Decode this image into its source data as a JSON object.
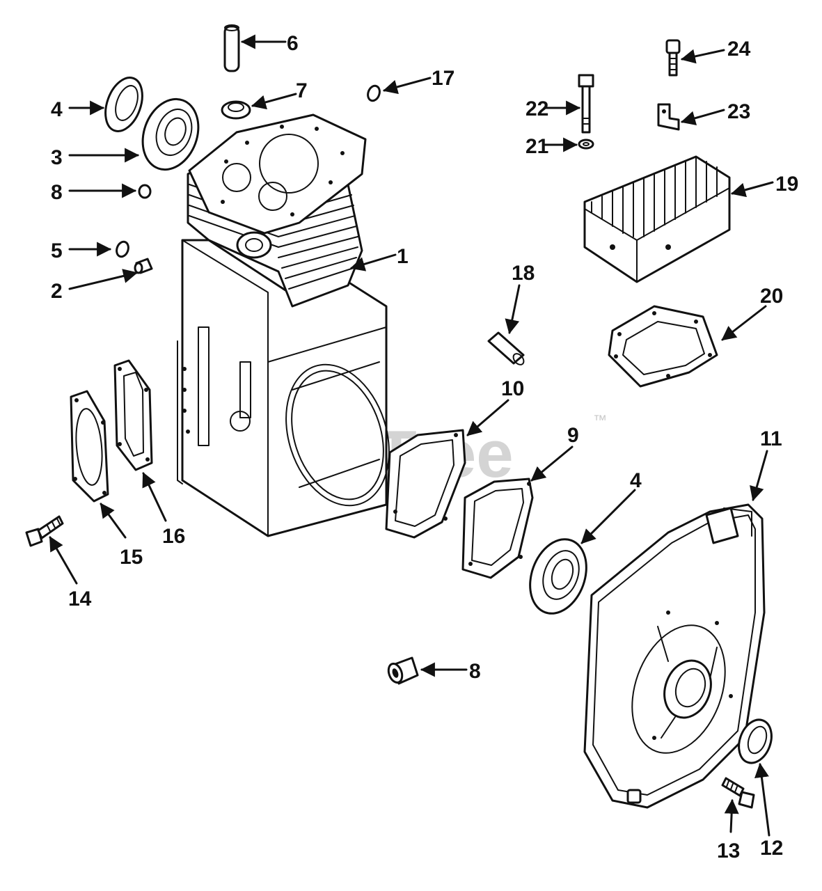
{
  "watermark": {
    "text": "PartsTree",
    "trademark": "™"
  },
  "callouts": [
    {
      "id": "c1",
      "label": "1"
    },
    {
      "id": "c2",
      "label": "2"
    },
    {
      "id": "c3",
      "label": "3"
    },
    {
      "id": "c4a",
      "label": "4"
    },
    {
      "id": "c4b",
      "label": "4"
    },
    {
      "id": "c5",
      "label": "5"
    },
    {
      "id": "c6",
      "label": "6"
    },
    {
      "id": "c7",
      "label": "7"
    },
    {
      "id": "c8a",
      "label": "8"
    },
    {
      "id": "c8b",
      "label": "8"
    },
    {
      "id": "c9",
      "label": "9"
    },
    {
      "id": "c10",
      "label": "10"
    },
    {
      "id": "c11",
      "label": "11"
    },
    {
      "id": "c12",
      "label": "12"
    },
    {
      "id": "c13",
      "label": "13"
    },
    {
      "id": "c14",
      "label": "14"
    },
    {
      "id": "c15",
      "label": "15"
    },
    {
      "id": "c16",
      "label": "16"
    },
    {
      "id": "c17",
      "label": "17"
    },
    {
      "id": "c18",
      "label": "18"
    },
    {
      "id": "c19",
      "label": "19"
    },
    {
      "id": "c20",
      "label": "20"
    },
    {
      "id": "c21",
      "label": "21"
    },
    {
      "id": "c22",
      "label": "22"
    },
    {
      "id": "c23",
      "label": "23"
    },
    {
      "id": "c24",
      "label": "24"
    }
  ]
}
